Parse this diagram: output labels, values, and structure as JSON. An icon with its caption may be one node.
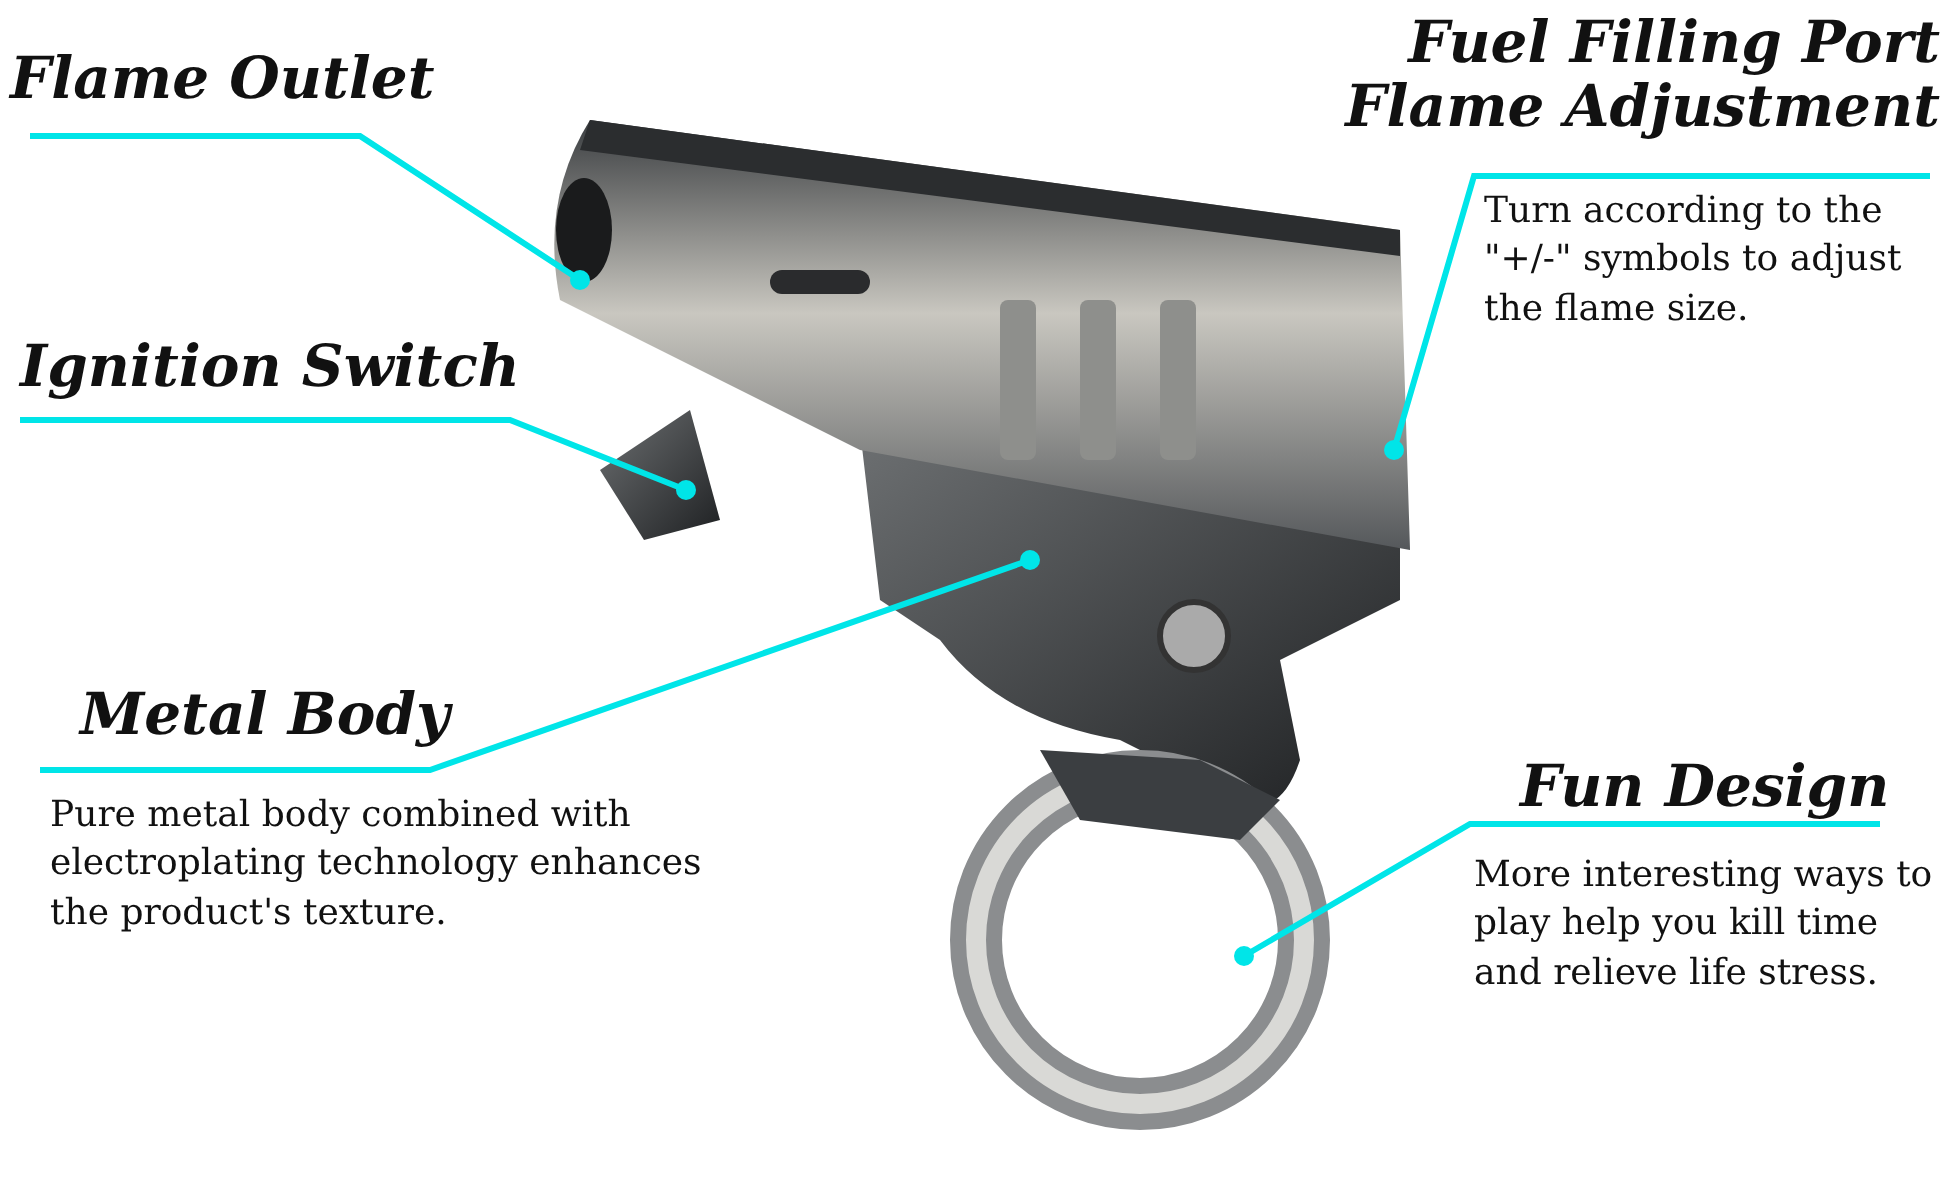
{
  "diagram": {
    "nodes": [
      {
        "text": [
          "Flame Outlet"
        ]
      },
      {
        "text": [
          "Ignition Switch"
        ]
      },
      {
        "text": [
          "Fuel Filling Port Flame Adjustment",
          "Turn according to the \"+/-\" symbols to adjust the flame size."
        ]
      },
      {
        "text": [
          "Metal Body",
          "Pure metal body combined with electroplating technology enhances the product's texture."
        ]
      },
      {
        "text": [
          "Fun Design",
          "More interesting ways to play help you kill time and relieve life stress."
        ]
      }
    ],
    "edges": [
      {
        "from": 0,
        "to": null,
        "arrow": "other"
      },
      {
        "from": 1,
        "to": null,
        "arrow": "other"
      },
      {
        "from": 2,
        "to": null,
        "arrow": "other"
      },
      {
        "from": 3,
        "to": null,
        "arrow": "other"
      },
      {
        "from": 4,
        "to": null,
        "arrow": "other"
      }
    ]
  }
}
